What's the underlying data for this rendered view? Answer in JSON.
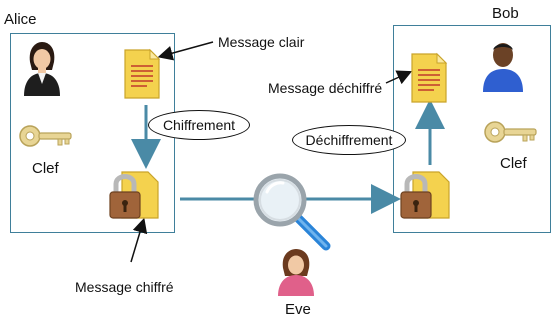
{
  "alice": {
    "name": "Alice",
    "key_label": "Clef"
  },
  "bob": {
    "name": "Bob",
    "key_label": "Clef"
  },
  "eve": {
    "name": "Eve"
  },
  "labels": {
    "plain_message": "Message clair",
    "encrypted_message": "Message chiffré",
    "decrypted_message": "Message déchiffré"
  },
  "processes": {
    "encryption": "Chiffrement",
    "decryption": "Déchiffrement"
  },
  "colors": {
    "box_border": "#3f7f9a",
    "arrow": "#4a8aa6",
    "document": "#f4d24e",
    "padlock_shackle": "#b8b8b8",
    "padlock_body": "#a0643a",
    "key": "#e8d595",
    "bob_shirt": "#2f5fd0",
    "eve_shirt": "#e0608a"
  },
  "icons": [
    "person-icon",
    "key-icon",
    "document-icon",
    "padlock-icon",
    "magnifier-icon"
  ]
}
